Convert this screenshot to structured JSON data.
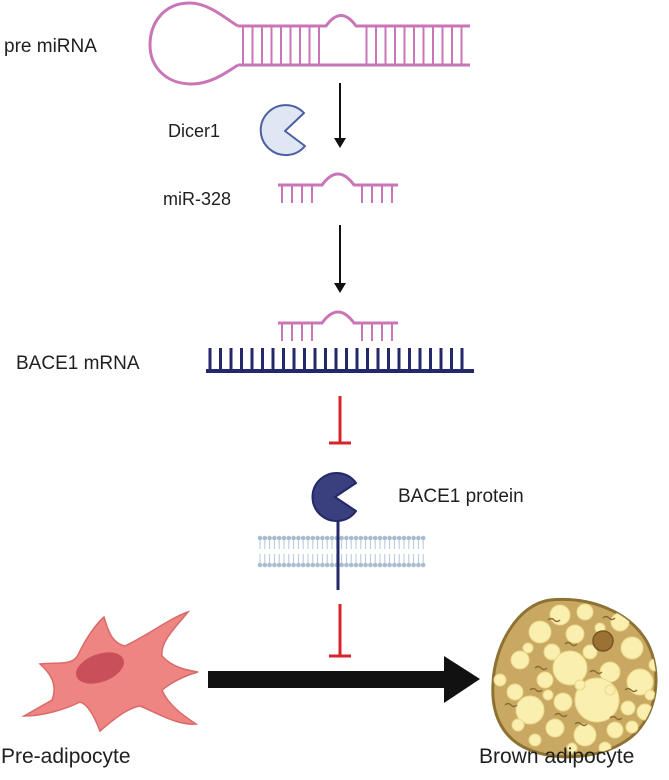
{
  "labels": {
    "pre_mirna": "pre miRNA",
    "dicer": "Dicer1",
    "mir328": "miR-328",
    "bace1_mrna": "BACE1 mRNA",
    "bace1_protein": "BACE1 protein",
    "pre_adipocyte": "Pre-adipocyte",
    "brown_adipocyte": "Brown adipocyte"
  },
  "colors": {
    "mirna": "#c975b8",
    "mrna": "#23286b",
    "dicer_fill": "#dfe7f4",
    "dicer_stroke": "#4e5fa0",
    "protein": "#3a3f7e",
    "inhibit": "#d8232a",
    "membrane": "#a9bdd1",
    "preadipocyte": "#ee8582",
    "preadipocyte_nucleus": "#c9505a",
    "brown_fill": "#c9a962",
    "brown_droplet": "#fbefb0"
  },
  "icons": {
    "dicer": "pacman-enzyme-icon",
    "protein": "pacman-protein-icon",
    "preadipocyte": "fibroblast-cell-icon",
    "brown": "adipocyte-cell-icon"
  }
}
